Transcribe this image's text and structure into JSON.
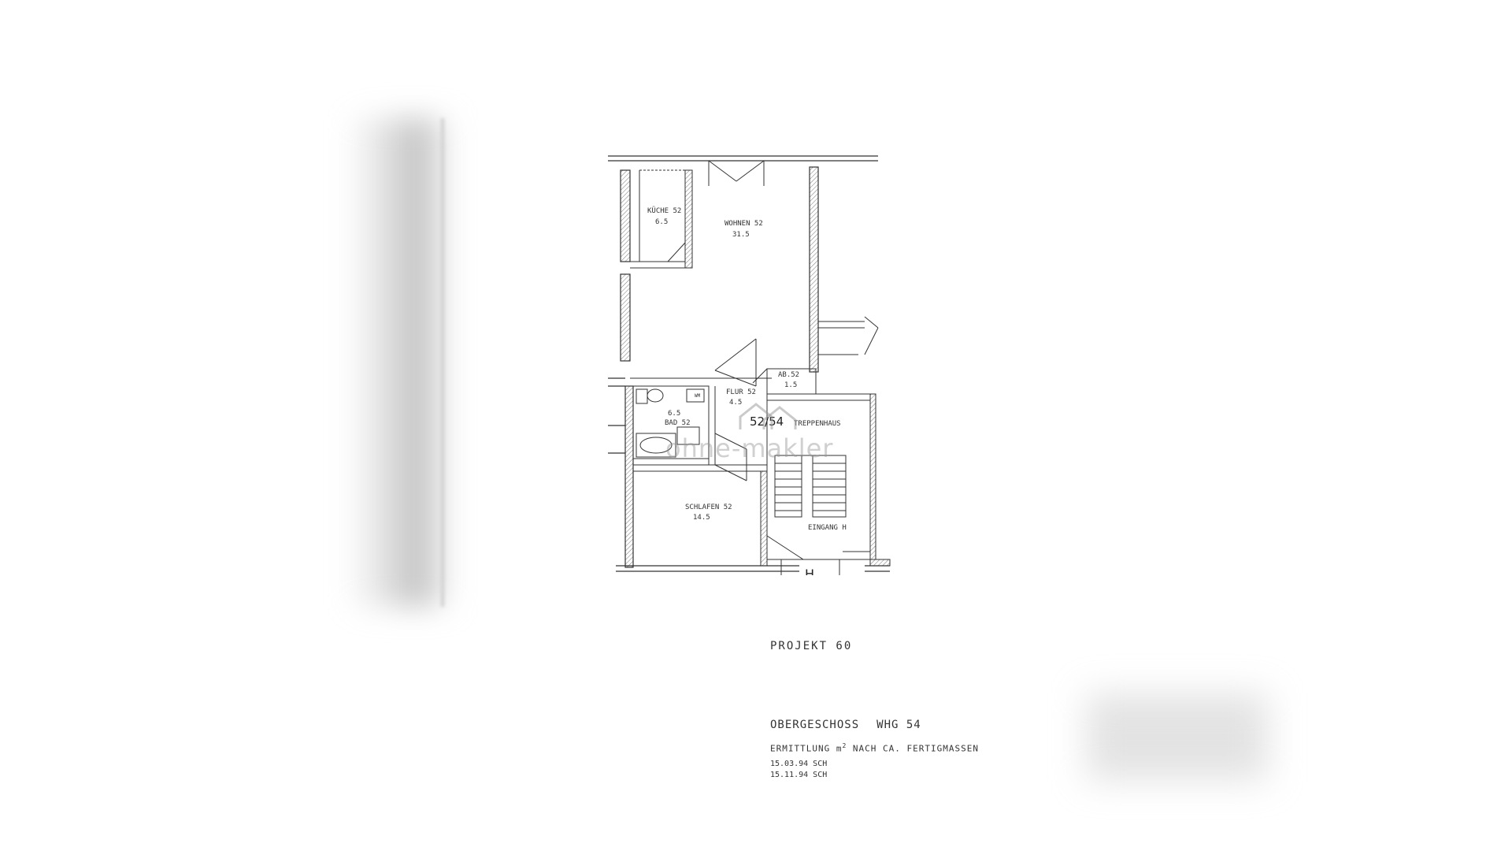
{
  "plan": {
    "rooms": [
      {
        "name": "KÜCHE 52",
        "area": "6.5"
      },
      {
        "name": "WOHNEN 52",
        "area": "31.5"
      },
      {
        "name": "AB.52",
        "area": "1.5"
      },
      {
        "name": "FLUR 52",
        "area": "4.5"
      },
      {
        "name": "BAD 52",
        "area": "6.5"
      },
      {
        "name": "SCHLAFEN 52",
        "area": "14.5"
      }
    ],
    "wm_label": "WM",
    "unit_label": "52/54",
    "treppenhaus_label": "TREPPENHAUS",
    "eingang_label": "EINGANG H",
    "entrance_marker": "H"
  },
  "watermark": {
    "text": "ohne-makler",
    "icon": "house-logo-icon"
  },
  "title_block": {
    "projekt": "PROJEKT 60",
    "geschoss": "OBERGESCHOSS",
    "wohnung": "WHG 54",
    "ermittlung_prefix": "ERMITTLUNG m",
    "ermittlung_sup": "2",
    "ermittlung_suffix": " NACH CA. FERTIGMASSEN",
    "date_1": "15.03.94 SCH",
    "date_2": "15.11.94 SCH"
  },
  "colors": {
    "line": "#333333",
    "background": "#ffffff",
    "watermark": "#9a9a9a"
  }
}
